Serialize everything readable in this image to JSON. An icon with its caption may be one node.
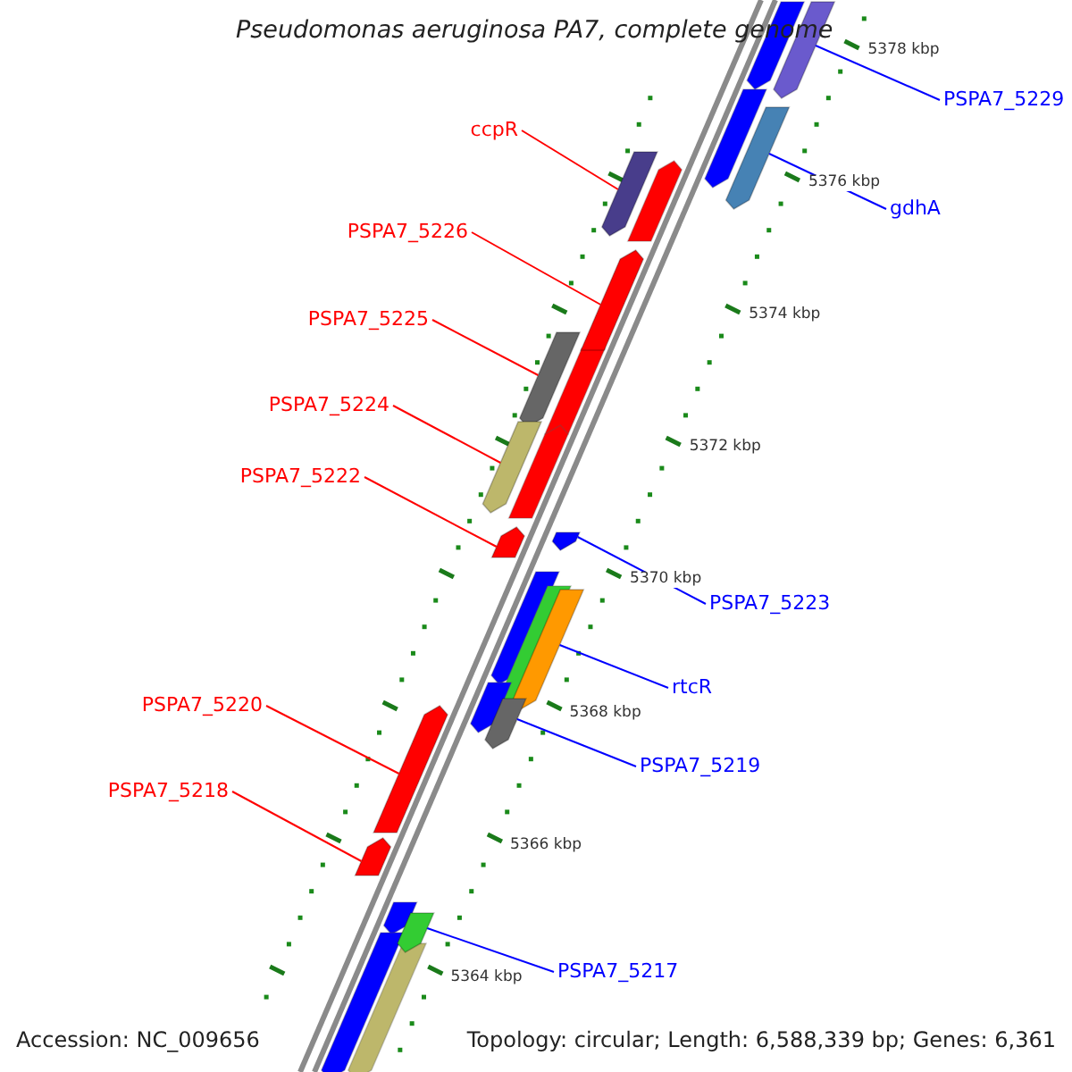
{
  "diagram": {
    "title": "Pseudomonas aeruginosa PA7, complete genome",
    "nodes": [
      {
        "text": [
          "PSPA7_5229"
        ]
      },
      {
        "text": [
          "ccpR"
        ]
      },
      {
        "text": [
          "gdhA"
        ]
      },
      {
        "text": [
          "PSPA7_5226"
        ]
      },
      {
        "text": [
          "PSPA7_5225"
        ]
      },
      {
        "text": [
          "PSPA7_5224"
        ]
      },
      {
        "text": [
          "PSPA7_5222"
        ]
      },
      {
        "text": [
          "PSPA7_5223"
        ]
      },
      {
        "text": [
          "rtcR"
        ]
      },
      {
        "text": [
          "PSPA7_5220"
        ]
      },
      {
        "text": [
          "PSPA7_5219"
        ]
      },
      {
        "text": [
          "PSPA7_5218"
        ]
      },
      {
        "text": [
          "PSPA7_5217"
        ]
      },
      {
        "text": [],
        "shape": "bar"
      },
      {
        "text": [],
        "shape": "bar"
      },
      {
        "text": [],
        "shape": "bar"
      },
      {
        "text": [],
        "shape": "bar"
      },
      {
        "text": [],
        "shape": "bar"
      },
      {
        "text": [],
        "shape": "bar"
      },
      {
        "text": [],
        "shape": "bar"
      },
      {
        "text": [],
        "shape": "bar"
      },
      {
        "text": [],
        "shape": "bar"
      },
      {
        "text": [],
        "shape": "bar"
      },
      {
        "text": [],
        "shape": "bar"
      },
      {
        "text": [],
        "shape": "bar"
      },
      {
        "text": [],
        "shape": "bar"
      }
    ],
    "edges": [
      {
        "from": 0,
        "to": 13,
        "arrow": "none",
        "color": "#0000ff"
      },
      {
        "from": 1,
        "to": 14,
        "arrow": "none",
        "color": "#ff0000"
      },
      {
        "from": 2,
        "to": 15,
        "arrow": "none",
        "color": "#0000ff"
      },
      {
        "from": 3,
        "to": 16,
        "arrow": "none",
        "color": "#ff0000"
      },
      {
        "from": 4,
        "to": 17,
        "arrow": "none",
        "color": "#ff0000"
      },
      {
        "from": 5,
        "to": 18,
        "arrow": "none",
        "color": "#ff0000"
      },
      {
        "from": 6,
        "to": 19,
        "arrow": "none",
        "color": "#ff0000"
      },
      {
        "from": 7,
        "to": 20,
        "arrow": "none",
        "color": "#0000ff"
      },
      {
        "from": 8,
        "to": 21,
        "arrow": "none",
        "color": "#0000ff"
      },
      {
        "from": 9,
        "to": 22,
        "arrow": "none",
        "color": "#ff0000"
      },
      {
        "from": 10,
        "to": 23,
        "arrow": "none",
        "color": "#0000ff"
      },
      {
        "from": 11,
        "to": 24,
        "arrow": "none",
        "color": "#ff0000"
      },
      {
        "from": 12,
        "to": 25,
        "arrow": "none",
        "color": "#0000ff"
      }
    ],
    "labels": [
      "5378 kbp",
      "5376 kbp",
      "5374 kbp",
      "5372 kbp",
      "5370 kbp",
      "5368 kbp",
      "5366 kbp",
      "5364 kbp",
      "Accession: NC_009656",
      "Topology: circular; Length: 6,588,339 bp; Genes: 6,361"
    ]
  }
}
